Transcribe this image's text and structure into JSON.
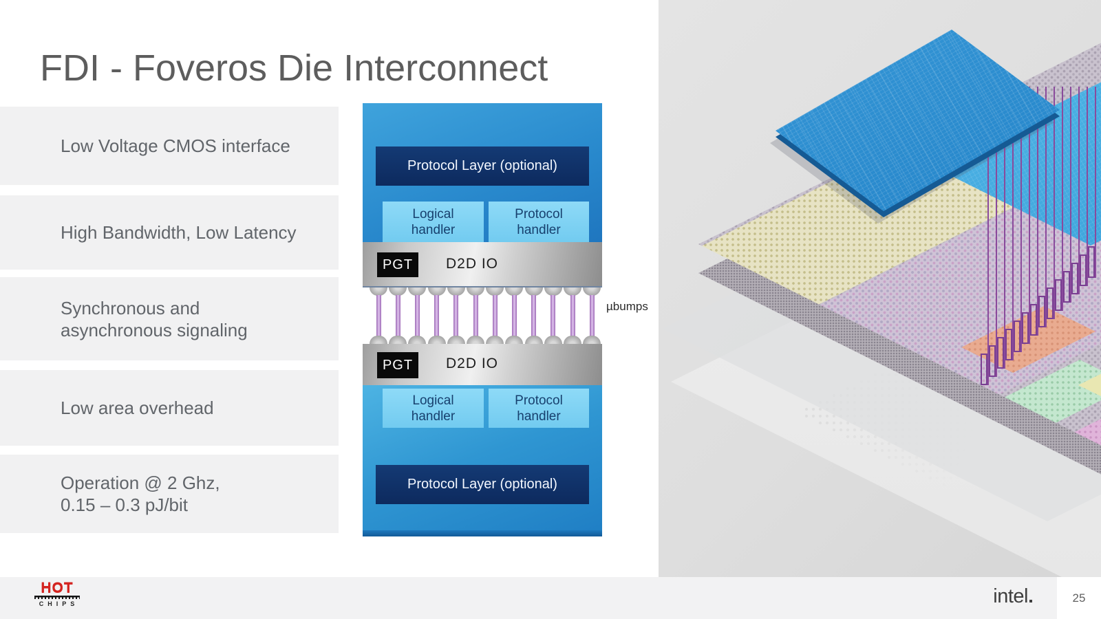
{
  "slide": {
    "title": "FDI - Foveros Die Interconnect"
  },
  "features": [
    {
      "lines": [
        "Low Voltage CMOS interface"
      ]
    },
    {
      "lines": [
        "High Bandwidth, Low Latency"
      ]
    },
    {
      "lines": [
        "Synchronous and",
        "asynchronous signaling"
      ]
    },
    {
      "lines": [
        "Low area overhead"
      ]
    },
    {
      "lines": [
        "Operation @ 2 Ghz,",
        "0.15 – 0.3 pJ/bit"
      ]
    }
  ],
  "diagram": {
    "top_die": {
      "protocol_layer": "Protocol Layer (optional)",
      "logical_handler": [
        "Logical",
        "handler"
      ],
      "protocol_handler": [
        "Protocol",
        "handler"
      ],
      "pgt": "PGT",
      "d2d_io": "D2D IO"
    },
    "bottom_die": {
      "protocol_layer": "Protocol Layer (optional)",
      "logical_handler": [
        "Logical",
        "handler"
      ],
      "protocol_handler": [
        "Protocol",
        "handler"
      ],
      "pgt": "PGT",
      "d2d_io": "D2D IO"
    },
    "ubumps_label": "µbumps",
    "bump_count": 12
  },
  "render": {
    "tsv_wire_count": 14
  },
  "footer": {
    "hot": "HOT",
    "chips": "CHIPS",
    "intel_logo": "intel",
    "page_number": "25"
  },
  "colors": {
    "top_die_blue": "#2a8bce",
    "bottom_die_blue": "#2f96d2",
    "protocol_navy": "#0d2a5e",
    "handler_light_blue": "#7fd2f3",
    "bump_purple": "#9c68b5",
    "hotchips_red": "#d42420",
    "render_die_blue": "#2484c9",
    "render_die_cyan": "#2d92d2",
    "tsv_purple": "#8a4a9c"
  }
}
